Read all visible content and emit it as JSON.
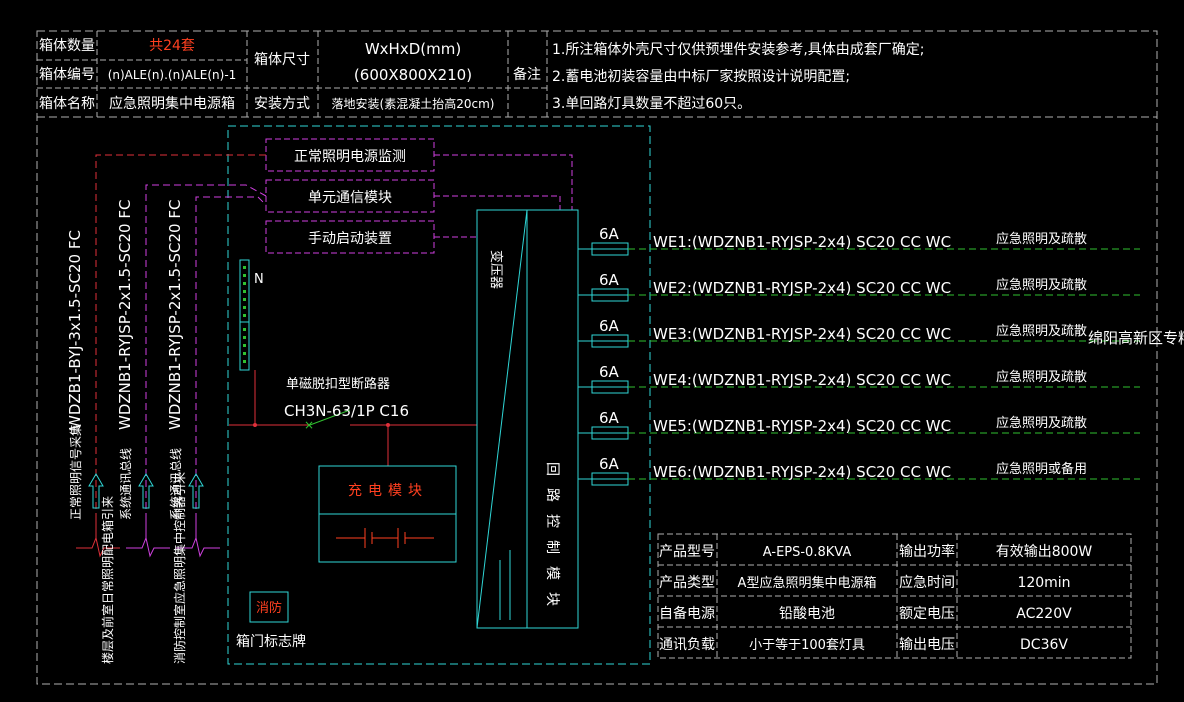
{
  "header": {
    "qty_label": "箱体数量",
    "qty_value": "共24套",
    "code_label": "箱体编号",
    "code_value": "(n)ALE(n).(n)ALE(n)-1",
    "name_label": "箱体名称",
    "name_value": "应急照明集中电源箱",
    "size_label": "箱体尺寸",
    "size_line1": "WxHxD(mm)",
    "size_line2": "(600X800X210)",
    "install_label": "安装方式",
    "install_value": "落地安装(素混凝土抬高20cm)",
    "remark_label": "备注",
    "notes": [
      "1.所注箱体外壳尺寸仅供预埋件安装参考,具体由成套厂确定;",
      "2.蓄电池初装容量由中标厂家按照设计说明配置;",
      "3.单回路灯具数量不超过60只。"
    ]
  },
  "modules": {
    "monitor": "正常照明电源监测",
    "comm": "单元通信模块",
    "manual": "手动启动装置",
    "transformer": "变压器",
    "control": "回路控制模块",
    "charge": "充电模块",
    "fire": "消防",
    "door_label": "箱门标志牌",
    "breaker_desc": "单磁脱扣型断路器",
    "breaker_model": "CH3N-63/1P C16",
    "neutral": "N"
  },
  "incoming": [
    {
      "cable": "WDZB1-BYJ-3x1.5-SC20 FC",
      "note": "正常照明信号采集",
      "color": "#e0303a"
    },
    {
      "cable": "WDZNB1-RYJSP-2x1.5-SC20 FC",
      "note": "系统通讯总线",
      "color": "#d040e0"
    },
    {
      "cable": "WDZNB1-RYJSP-2x1.5-SC20 FC",
      "note": "系统通讯总线",
      "color": "#d040e0"
    }
  ],
  "bottom_notes": [
    "楼层及前室日常照明配电箱引来",
    "消防控制室应急照明集中控制器引来"
  ],
  "circuits": [
    {
      "fuse": "6A",
      "code": "WE1:(WDZNB1-RYJSP-2x4) SC20 CC WC",
      "use": "应急照明及疏散"
    },
    {
      "fuse": "6A",
      "code": "WE2:(WDZNB1-RYJSP-2x4) SC20 CC WC",
      "use": "应急照明及疏散"
    },
    {
      "fuse": "6A",
      "code": "WE3:(WDZNB1-RYJSP-2x4) SC20 CC WC",
      "use": "应急照明及疏散"
    },
    {
      "fuse": "6A",
      "code": "WE4:(WDZNB1-RYJSP-2x4) SC20 CC WC",
      "use": "应急照明及疏散"
    },
    {
      "fuse": "6A",
      "code": "WE5:(WDZNB1-RYJSP-2x4) SC20 CC WC",
      "use": "应急照明及疏散"
    },
    {
      "fuse": "6A",
      "code": "WE6:(WDZNB1-RYJSP-2x4) SC20 CC WC",
      "use": "应急照明或备用"
    }
  ],
  "watermark": "绵阳高新区专精",
  "spec": [
    [
      "产品型号",
      "A-EPS-0.8KVA",
      "输出功率",
      "有效输出800W"
    ],
    [
      "产品类型",
      "A型应急照明集中电源箱",
      "应急时间",
      "120min"
    ],
    [
      "自备电源",
      "铅酸电池",
      "额定电压",
      "AC220V"
    ],
    [
      "通讯负载",
      "小于等于100套灯具",
      "输出电压",
      "DC36V"
    ]
  ],
  "colors": {
    "frame": "#b0b0b0",
    "cyan": "#2fd6d6",
    "red": "#e0303a",
    "magenta": "#d040e0",
    "green": "#30c030",
    "orange": "#ff4020"
  }
}
